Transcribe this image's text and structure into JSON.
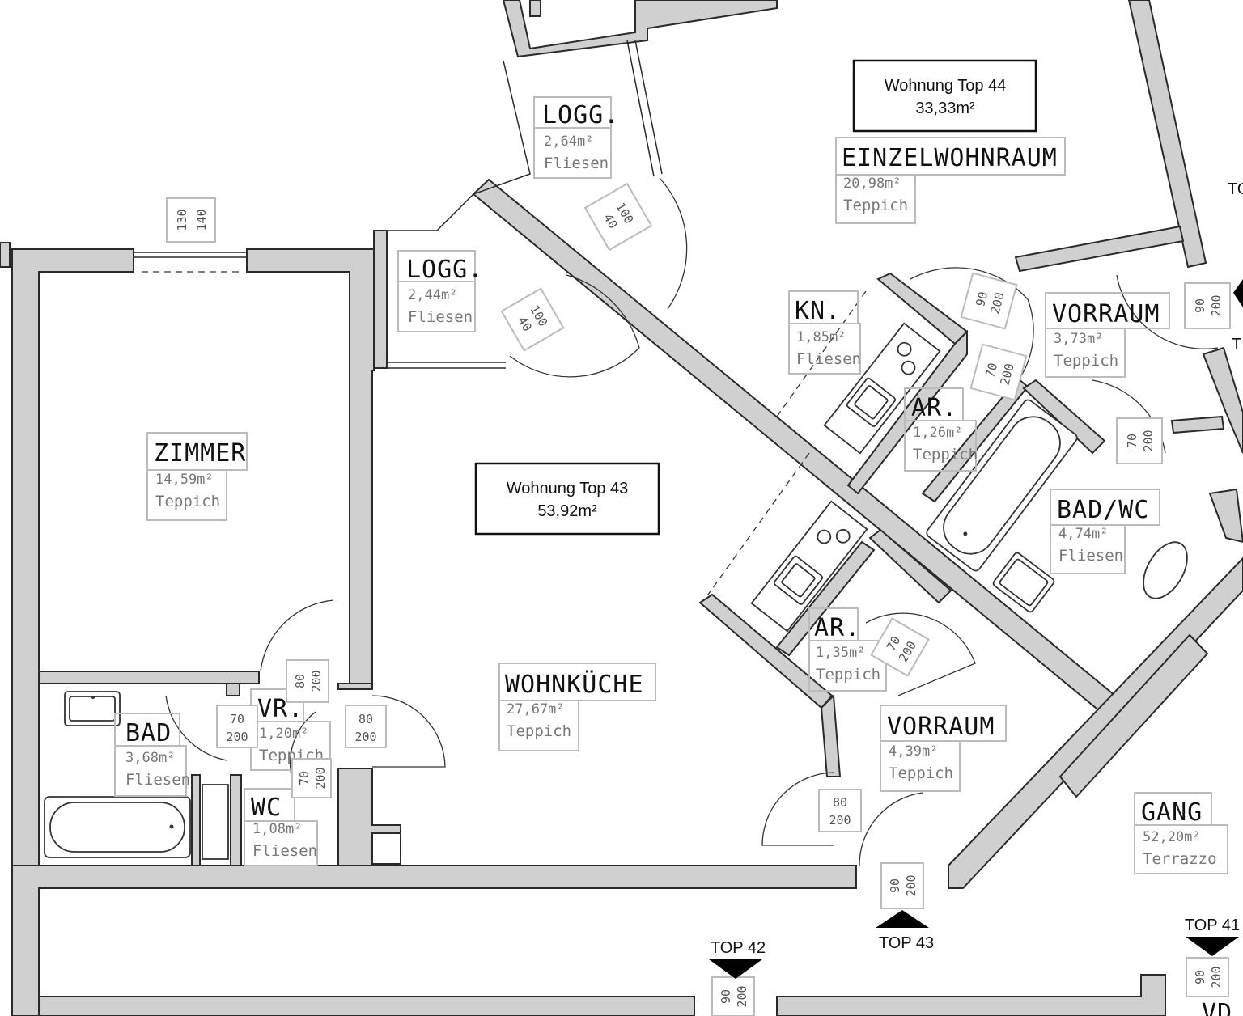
{
  "units": [
    {
      "id": "top43",
      "title": "Wohnung Top 43",
      "area": "53,92m²"
    },
    {
      "id": "top44",
      "title": "Wohnung Top 44",
      "area": "33,33m²"
    }
  ],
  "rooms": [
    {
      "id": "logg1",
      "name": "LOGG.",
      "area": "2,64m²",
      "floor": "Fliesen"
    },
    {
      "id": "logg2",
      "name": "LOGG.",
      "area": "2,44m²",
      "floor": "Fliesen"
    },
    {
      "id": "einzel",
      "name": "EINZELWOHNRAUM",
      "area": "20,98m²",
      "floor": "Teppich"
    },
    {
      "id": "zimmer",
      "name": "ZIMMER",
      "area": "14,59m²",
      "floor": "Teppich"
    },
    {
      "id": "kn",
      "name": "KN.",
      "area": "1,85m²",
      "floor": "Fliesen"
    },
    {
      "id": "vorraum44",
      "name": "VORRAUM",
      "area": "3,73m²",
      "floor": "Teppich"
    },
    {
      "id": "ar1",
      "name": "AR.",
      "area": "1,26m²",
      "floor": "Teppich"
    },
    {
      "id": "badwc",
      "name": "BAD/WC",
      "area": "4,74m²",
      "floor": "Fliesen"
    },
    {
      "id": "wohnkueche",
      "name": "WOHNKÜCHE",
      "area": "27,67m²",
      "floor": "Teppich"
    },
    {
      "id": "ar2",
      "name": "AR.",
      "area": "1,35m²",
      "floor": "Teppich"
    },
    {
      "id": "bad",
      "name": "BAD",
      "area": "3,68m²",
      "floor": "Fliesen"
    },
    {
      "id": "vr",
      "name": "VR.",
      "area": "1,20m²",
      "floor": "Teppich"
    },
    {
      "id": "wc",
      "name": "WC",
      "area": "1,08m²",
      "floor": "Fliesen"
    },
    {
      "id": "vorraum43",
      "name": "VORRAUM",
      "area": "4,39m²",
      "floor": "Teppich"
    },
    {
      "id": "gang",
      "name": "GANG",
      "area": "52,20m²",
      "floor": "Terrazzo"
    }
  ],
  "dimensions": {
    "window_w": "130",
    "window_h": "140",
    "logg1_door_w": "100",
    "logg1_door_h": "40",
    "logg2_door_w": "100",
    "logg2_door_h": "40",
    "kn_door_w": "90",
    "kn_door_h": "200",
    "vorraum_door_w": "70",
    "vorraum_door_h": "200",
    "badwc_door_w": "70",
    "badwc_door_h": "200",
    "top44_entry_w": "90",
    "top44_entry_h": "200",
    "ar2_door_w": "70",
    "ar2_door_h": "200",
    "zimmer_door_w": "80",
    "zimmer_door_h": "200",
    "bad_door_w": "70",
    "bad_door_h": "200",
    "vr_door_w": "80",
    "vr_door_h": "200",
    "wc_door_w": "70",
    "wc_door_h": "200",
    "wohn_door_w": "80",
    "wohn_door_h": "200",
    "top43_entry_w": "90",
    "top43_entry_h": "200",
    "top42_entry_w": "90",
    "top42_entry_h": "200",
    "top41_entry_w": "90",
    "top41_entry_h": "200"
  },
  "entrances": [
    {
      "id": "top42",
      "label": "TOP 42"
    },
    {
      "id": "top43",
      "label": "TOP 43"
    },
    {
      "id": "top41",
      "label": "TOP 41"
    }
  ],
  "edge_fragments": {
    "top_right_a": "TO",
    "top_right_b": "T",
    "bottom_right": "VD"
  }
}
